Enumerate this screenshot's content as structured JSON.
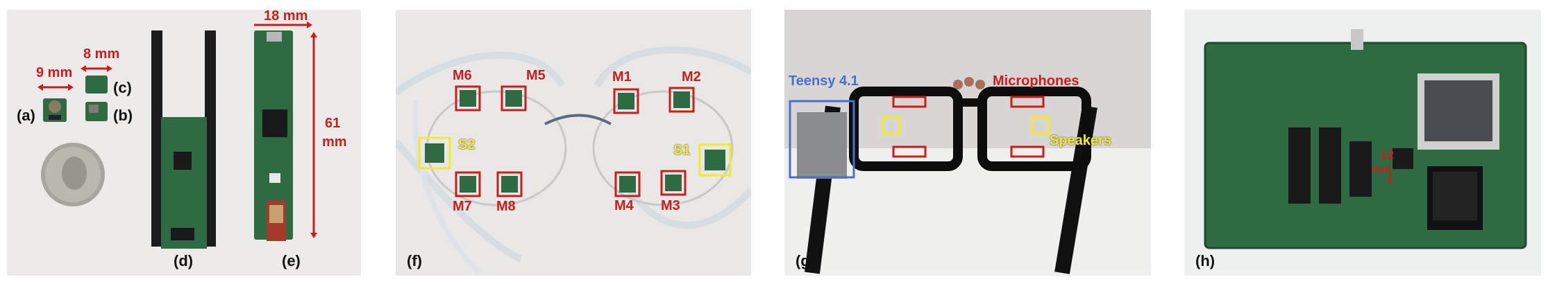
{
  "colors": {
    "annotation_red": "#c81e1e",
    "annotation_yellow": "#f2ea2a",
    "annotation_blue": "#4a6fc9",
    "pcb_green": "#2e6b43",
    "pcb_dark": "#1f4a2f"
  },
  "panel_ae": {
    "label_a": "(a)",
    "label_b": "(b)",
    "label_c": "(c)",
    "label_d": "(d)",
    "label_e": "(e)",
    "dim_9mm": "9 mm",
    "dim_8mm": "8 mm",
    "dim_18mm": "18 mm",
    "dim_61": "61",
    "dim_mm": "mm"
  },
  "panel_f": {
    "label": "(f)",
    "mics": [
      "M1",
      "M2",
      "M3",
      "M4",
      "M5",
      "M6",
      "M7",
      "M8"
    ],
    "speakers": [
      "S1",
      "S2"
    ]
  },
  "panel_g": {
    "label": "(g)",
    "teensy": "Teensy 4.1",
    "microphones": "Microphones",
    "speakers": "Speakers"
  },
  "panel_h": {
    "label": "(h)",
    "dim_12": "12",
    "dim_mm": "mm"
  }
}
